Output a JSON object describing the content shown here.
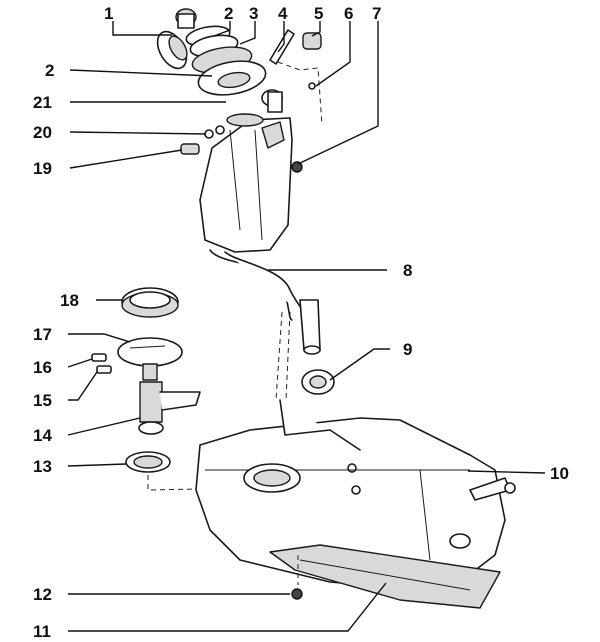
{
  "diagram": {
    "ink_color": "#111111",
    "background": "#ffffff",
    "callouts": [
      {
        "id": "c1",
        "label": "1"
      },
      {
        "id": "c2a",
        "label": "2"
      },
      {
        "id": "c3",
        "label": "3"
      },
      {
        "id": "c4",
        "label": "4"
      },
      {
        "id": "c5",
        "label": "5"
      },
      {
        "id": "c6",
        "label": "6"
      },
      {
        "id": "c7",
        "label": "7"
      },
      {
        "id": "c2b",
        "label": "2"
      },
      {
        "id": "c21",
        "label": "21"
      },
      {
        "id": "c20",
        "label": "20"
      },
      {
        "id": "c19",
        "label": "19"
      },
      {
        "id": "c8",
        "label": "8"
      },
      {
        "id": "c18",
        "label": "18"
      },
      {
        "id": "c17",
        "label": "17"
      },
      {
        "id": "c16",
        "label": "16"
      },
      {
        "id": "c15",
        "label": "15"
      },
      {
        "id": "c9",
        "label": "9"
      },
      {
        "id": "c14",
        "label": "14"
      },
      {
        "id": "c13",
        "label": "13"
      },
      {
        "id": "c10",
        "label": "10"
      },
      {
        "id": "c12",
        "label": "12"
      },
      {
        "id": "c11",
        "label": "11"
      }
    ]
  }
}
